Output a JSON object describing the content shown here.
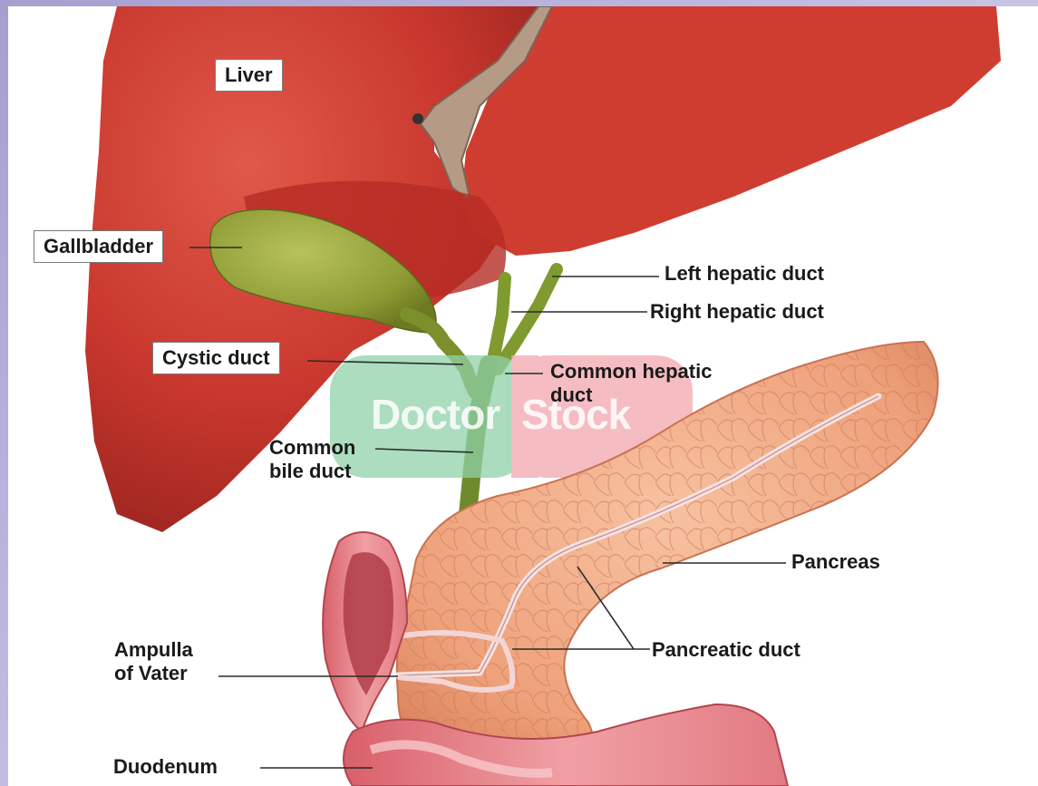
{
  "labels": {
    "liver": "Liver",
    "gallbladder": "Gallbladder",
    "cystic_duct": "Cystic duct",
    "left_hepatic_duct": "Left hepatic duct",
    "right_hepatic_duct": "Right hepatic duct",
    "common_hepatic_duct": [
      "Common hepatic",
      "duct"
    ],
    "common_bile_duct": [
      "Common",
      "bile duct"
    ],
    "pancreas": "Pancreas",
    "pancreatic_duct": "Pancreatic duct",
    "ampulla_of_vater": [
      "Ampulla",
      "of Vater"
    ],
    "duodenum": "Duodenum"
  },
  "watermark": {
    "left": "Doctor",
    "right": "Stock"
  },
  "colors": {
    "liver": "#c8372d",
    "gallbladder": "#93a23b",
    "duct": "#6f8a2c",
    "pancreas": "#f0a882",
    "duodenum": "#e9828a",
    "frame": "#b9b3d9"
  }
}
